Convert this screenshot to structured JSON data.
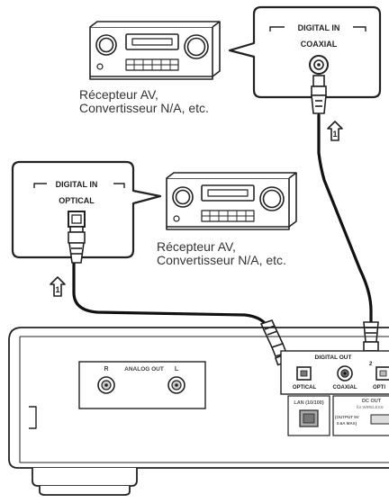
{
  "receiver_top": {
    "caption_line1": "Récepteur AV,",
    "caption_line2": "Convertisseur N/A, etc."
  },
  "receiver_mid": {
    "caption_line1": "Récepteur AV,",
    "caption_line2": "Convertisseur N/A, etc."
  },
  "callout_coaxial": {
    "title": "DIGITAL IN",
    "label": "COAXIAL"
  },
  "callout_optical": {
    "title": "DIGITAL IN",
    "label": "OPTICAL"
  },
  "markers": {
    "step_number": "1",
    "step_number_2": "2"
  },
  "player": {
    "analog_out_label": "ANALOG OUT",
    "analog_r": "R",
    "analog_l": "L",
    "digital_out_label": "DIGITAL OUT",
    "optical_label": "OPTICAL",
    "coaxial_label": "COAXIAL",
    "optical_partial": "OPTI",
    "lan_label": "LAN (10/100)",
    "dc_out_label": "DC OUT",
    "dc_out_sub": "for WIRELESS",
    "dc_output_spec_1": "(OUTPUT 5V",
    "dc_output_spec_2": "0.6A MAX)"
  },
  "colors": {
    "line": "#222222",
    "cable": "#111111",
    "panel_fill": "#ffffff",
    "caption": "#333333"
  }
}
